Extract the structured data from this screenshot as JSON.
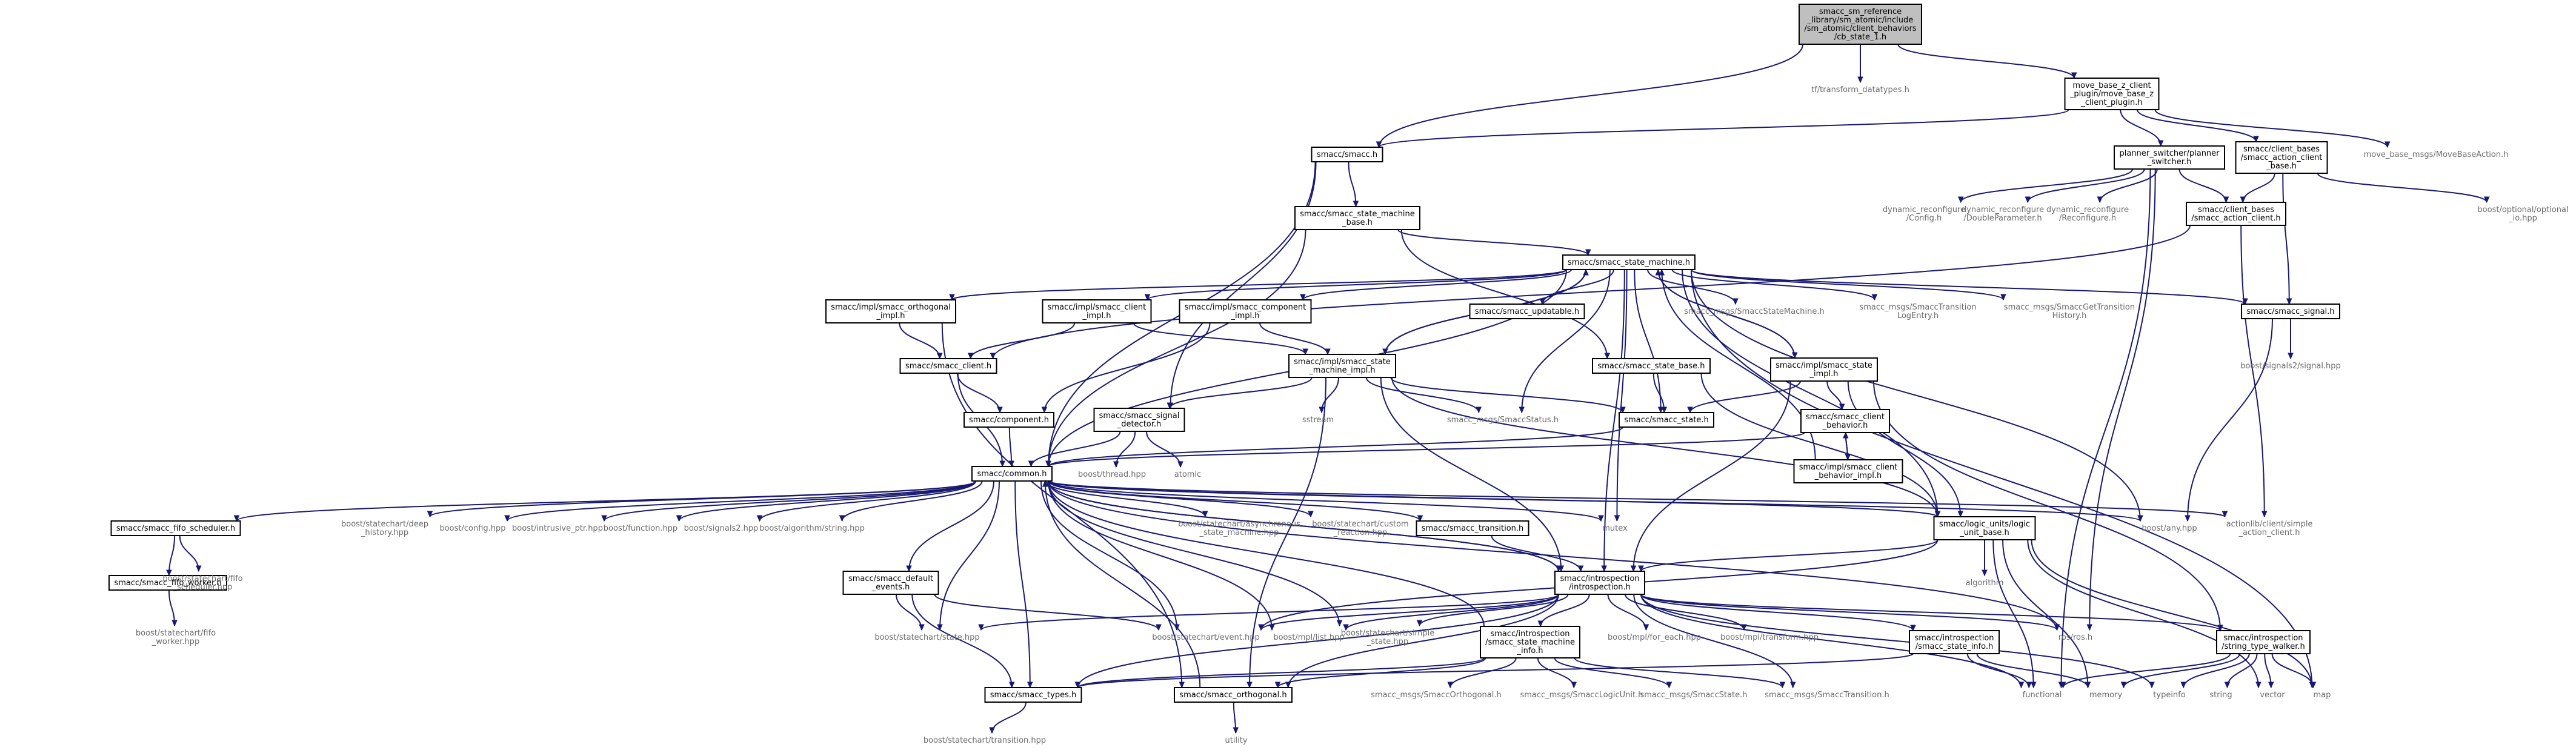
{
  "nodes": [
    {
      "id": "root",
      "lines": [
        "smacc_sm_reference",
        "_library/sm_atomic/include",
        "/sm_atomic/client_behaviors",
        "/cb_state_1.h"
      ],
      "kind": "root"
    },
    {
      "id": "tf",
      "lines": [
        "tf/transform_datatypes.h"
      ],
      "kind": "ext"
    },
    {
      "id": "mbz",
      "lines": [
        "move_base_z_client",
        "_plugin/move_base_z",
        "_client_plugin.h"
      ],
      "kind": "file"
    },
    {
      "id": "smacch",
      "lines": [
        "smacc/smacc.h"
      ],
      "kind": "file"
    },
    {
      "id": "planner",
      "lines": [
        "planner_switcher/planner",
        "_switcher.h"
      ],
      "kind": "file"
    },
    {
      "id": "cbases_client_base",
      "lines": [
        "smacc/client_bases",
        "/smacc_action_client",
        "_base.h"
      ],
      "kind": "file"
    },
    {
      "id": "mbmsgs",
      "lines": [
        "move_base_msgs/MoveBaseAction.h"
      ],
      "kind": "ext"
    },
    {
      "id": "sm_base",
      "lines": [
        "smacc/smacc_state_machine",
        "_base.h"
      ],
      "kind": "file"
    },
    {
      "id": "dr_config",
      "lines": [
        "dynamic_reconfigure",
        "/Config.h"
      ],
      "kind": "ext"
    },
    {
      "id": "dr_double",
      "lines": [
        "dynamic_reconfigure",
        "/DoubleParameter.h"
      ],
      "kind": "ext"
    },
    {
      "id": "dr_reconf",
      "lines": [
        "dynamic_reconfigure",
        "/Reconfigure.h"
      ],
      "kind": "ext"
    },
    {
      "id": "cbases_client",
      "lines": [
        "smacc/client_bases",
        "/smacc_action_client.h"
      ],
      "kind": "file"
    },
    {
      "id": "opt_io",
      "lines": [
        "boost/optional/optional",
        "_io.hpp"
      ],
      "kind": "ext"
    },
    {
      "id": "ssm",
      "lines": [
        "smacc/smacc_state_machine.h"
      ],
      "kind": "file"
    },
    {
      "id": "orth_impl",
      "lines": [
        "smacc/impl/smacc_orthogonal",
        "_impl.h"
      ],
      "kind": "file"
    },
    {
      "id": "client_impl",
      "lines": [
        "smacc/impl/smacc_client",
        "_impl.h"
      ],
      "kind": "file"
    },
    {
      "id": "comp_impl",
      "lines": [
        "smacc/impl/smacc_component",
        "_impl.h"
      ],
      "kind": "file"
    },
    {
      "id": "updatable",
      "lines": [
        "smacc/smacc_updatable.h"
      ],
      "kind": "file"
    },
    {
      "id": "msg_sm",
      "lines": [
        "smacc_msgs/SmaccStateMachine.h"
      ],
      "kind": "ext"
    },
    {
      "id": "msg_tle",
      "lines": [
        "smacc_msgs/SmaccTransition",
        "LogEntry.h"
      ],
      "kind": "ext"
    },
    {
      "id": "msg_gth",
      "lines": [
        "smacc_msgs/SmaccGetTransition",
        "History.h"
      ],
      "kind": "ext"
    },
    {
      "id": "signal",
      "lines": [
        "smacc/smacc_signal.h"
      ],
      "kind": "file"
    },
    {
      "id": "client",
      "lines": [
        "smacc/smacc_client.h"
      ],
      "kind": "file"
    },
    {
      "id": "sm_impl",
      "lines": [
        "smacc/impl/smacc_state",
        "_machine_impl.h"
      ],
      "kind": "file"
    },
    {
      "id": "state_base",
      "lines": [
        "smacc/smacc_state_base.h"
      ],
      "kind": "file"
    },
    {
      "id": "state_impl",
      "lines": [
        "smacc/impl/smacc_state",
        "_impl.h"
      ],
      "kind": "file"
    },
    {
      "id": "signals2",
      "lines": [
        "boost/signals2/signal.hpp"
      ],
      "kind": "ext"
    },
    {
      "id": "component",
      "lines": [
        "smacc/component.h"
      ],
      "kind": "file"
    },
    {
      "id": "sig_det",
      "lines": [
        "smacc/smacc_signal",
        "_detector.h"
      ],
      "kind": "file"
    },
    {
      "id": "sstream",
      "lines": [
        "sstream"
      ],
      "kind": "ext"
    },
    {
      "id": "msg_status",
      "lines": [
        "smacc_msgs/SmaccStatus.h"
      ],
      "kind": "ext"
    },
    {
      "id": "state",
      "lines": [
        "smacc/smacc_state.h"
      ],
      "kind": "file"
    },
    {
      "id": "cbeh",
      "lines": [
        "smacc/smacc_client",
        "_behavior.h"
      ],
      "kind": "file"
    },
    {
      "id": "cbeh_impl",
      "lines": [
        "smacc/impl/smacc_client",
        "_behavior_impl.h"
      ],
      "kind": "file"
    },
    {
      "id": "thread",
      "lines": [
        "boost/thread.hpp"
      ],
      "kind": "ext"
    },
    {
      "id": "atomic",
      "lines": [
        "atomic"
      ],
      "kind": "ext"
    },
    {
      "id": "common",
      "lines": [
        "smacc/common.h"
      ],
      "kind": "file"
    },
    {
      "id": "fifo_sched",
      "lines": [
        "smacc/smacc_fifo_scheduler.h"
      ],
      "kind": "file"
    },
    {
      "id": "deep_hist",
      "lines": [
        "boost/statechart/deep",
        "_history.hpp"
      ],
      "kind": "ext"
    },
    {
      "id": "config_hpp",
      "lines": [
        "boost/config.hpp"
      ],
      "kind": "ext"
    },
    {
      "id": "intrusive",
      "lines": [
        "boost/intrusive_ptr.hpp"
      ],
      "kind": "ext"
    },
    {
      "id": "function_hpp",
      "lines": [
        "boost/function.hpp"
      ],
      "kind": "ext"
    },
    {
      "id": "signals2_hpp",
      "lines": [
        "boost/signals2.hpp"
      ],
      "kind": "ext"
    },
    {
      "id": "alg_string",
      "lines": [
        "boost/algorithm/string.hpp"
      ],
      "kind": "ext"
    },
    {
      "id": "async_sm",
      "lines": [
        "boost/statechart/asynchronous",
        "_state_machine.hpp"
      ],
      "kind": "ext"
    },
    {
      "id": "custom_react",
      "lines": [
        "boost/statechart/custom",
        "_reaction.hpp"
      ],
      "kind": "ext"
    },
    {
      "id": "transition",
      "lines": [
        "smacc/smacc_transition.h"
      ],
      "kind": "file"
    },
    {
      "id": "mutex",
      "lines": [
        "mutex"
      ],
      "kind": "ext"
    },
    {
      "id": "logic_unit",
      "lines": [
        "smacc/logic_units/logic",
        "_unit_base.h"
      ],
      "kind": "file"
    },
    {
      "id": "any_hpp",
      "lines": [
        "boost/any.hpp"
      ],
      "kind": "ext"
    },
    {
      "id": "simple_action",
      "lines": [
        "actionlib/client/simple",
        "_action_client.h"
      ],
      "kind": "ext"
    },
    {
      "id": "fifo_worker",
      "lines": [
        "smacc/smacc_fifo_worker.h"
      ],
      "kind": "file"
    },
    {
      "id": "sc_fifo_sched",
      "lines": [
        "boost/statechart/fifo",
        "_scheduler.hpp"
      ],
      "kind": "ext"
    },
    {
      "id": "default_events",
      "lines": [
        "smacc/smacc_default",
        "_events.h"
      ],
      "kind": "file"
    },
    {
      "id": "algorithm",
      "lines": [
        "algorithm"
      ],
      "kind": "ext"
    },
    {
      "id": "introspection",
      "lines": [
        "smacc/introspection",
        "/introspection.h"
      ],
      "kind": "file"
    },
    {
      "id": "sc_fifo_worker",
      "lines": [
        "boost/statechart/fifo",
        "_worker.hpp"
      ],
      "kind": "ext"
    },
    {
      "id": "sc_state",
      "lines": [
        "boost/statechart/state.hpp"
      ],
      "kind": "ext"
    },
    {
      "id": "sc_event",
      "lines": [
        "boost/statechart/event.hpp"
      ],
      "kind": "ext"
    },
    {
      "id": "mpl_list",
      "lines": [
        "boost/mpl/list.hpp"
      ],
      "kind": "ext"
    },
    {
      "id": "simple_state",
      "lines": [
        "boost/statechart/simple",
        "_state.hpp"
      ],
      "kind": "ext"
    },
    {
      "id": "sm_info",
      "lines": [
        "smacc/introspection",
        "/smacc_state_machine",
        "_info.h"
      ],
      "kind": "file"
    },
    {
      "id": "mpl_foreach",
      "lines": [
        "boost/mpl/for_each.hpp"
      ],
      "kind": "ext"
    },
    {
      "id": "mpl_transform",
      "lines": [
        "boost/mpl/transform.hpp"
      ],
      "kind": "ext"
    },
    {
      "id": "state_info",
      "lines": [
        "smacc/introspection",
        "/smacc_state_info.h"
      ],
      "kind": "file"
    },
    {
      "id": "rosros",
      "lines": [
        "ros/ros.h"
      ],
      "kind": "ext"
    },
    {
      "id": "stw",
      "lines": [
        "smacc/introspection",
        "/string_type_walker.h"
      ],
      "kind": "file"
    },
    {
      "id": "types",
      "lines": [
        "smacc/smacc_types.h"
      ],
      "kind": "file"
    },
    {
      "id": "orthogonal",
      "lines": [
        "smacc/smacc_orthogonal.h"
      ],
      "kind": "file"
    },
    {
      "id": "msg_orth",
      "lines": [
        "smacc_msgs/SmaccOrthogonal.h"
      ],
      "kind": "ext"
    },
    {
      "id": "msg_lu",
      "lines": [
        "smacc_msgs/SmaccLogicUnit.h"
      ],
      "kind": "ext"
    },
    {
      "id": "msg_state",
      "lines": [
        "smacc_msgs/SmaccState.h"
      ],
      "kind": "ext"
    },
    {
      "id": "msg_trans",
      "lines": [
        "smacc_msgs/SmaccTransition.h"
      ],
      "kind": "ext"
    },
    {
      "id": "functional",
      "lines": [
        "functional"
      ],
      "kind": "ext"
    },
    {
      "id": "memory",
      "lines": [
        "memory"
      ],
      "kind": "ext"
    },
    {
      "id": "typeinfo",
      "lines": [
        "typeinfo"
      ],
      "kind": "ext"
    },
    {
      "id": "string",
      "lines": [
        "string"
      ],
      "kind": "ext"
    },
    {
      "id": "vector",
      "lines": [
        "vector"
      ],
      "kind": "ext"
    },
    {
      "id": "map",
      "lines": [
        "map"
      ],
      "kind": "ext"
    },
    {
      "id": "sc_transition",
      "lines": [
        "boost/statechart/transition.hpp"
      ],
      "kind": "ext"
    },
    {
      "id": "utility",
      "lines": [
        "utility"
      ],
      "kind": "ext"
    }
  ],
  "edges": [
    [
      "root",
      "smacch"
    ],
    [
      "root",
      "tf"
    ],
    [
      "root",
      "mbz"
    ],
    [
      "mbz",
      "smacch"
    ],
    [
      "mbz",
      "planner"
    ],
    [
      "mbz",
      "cbases_client_base"
    ],
    [
      "mbz",
      "mbmsgs"
    ],
    [
      "smacch",
      "sm_base"
    ],
    [
      "smacch",
      "common"
    ],
    [
      "smacch",
      "sig_det"
    ],
    [
      "planner",
      "dr_config"
    ],
    [
      "planner",
      "dr_double"
    ],
    [
      "planner",
      "dr_reconf"
    ],
    [
      "planner",
      "cbases_client"
    ],
    [
      "planner",
      "rosros"
    ],
    [
      "planner",
      "functional"
    ],
    [
      "cbases_client_base",
      "cbases_client"
    ],
    [
      "cbases_client_base",
      "signal"
    ],
    [
      "cbases_client_base",
      "opt_io"
    ],
    [
      "cbases_client",
      "client"
    ],
    [
      "cbases_client",
      "simple_action"
    ],
    [
      "sm_base",
      "ssm"
    ],
    [
      "sm_base",
      "common"
    ],
    [
      "sm_base",
      "state_base"
    ],
    [
      "ssm",
      "orth_impl"
    ],
    [
      "ssm",
      "client_impl"
    ],
    [
      "ssm",
      "comp_impl"
    ],
    [
      "ssm",
      "updatable"
    ],
    [
      "ssm",
      "msg_sm"
    ],
    [
      "ssm",
      "msg_tle"
    ],
    [
      "ssm",
      "msg_gth"
    ],
    [
      "ssm",
      "signal"
    ],
    [
      "ssm",
      "state_impl"
    ],
    [
      "ssm",
      "common"
    ],
    [
      "ssm",
      "msg_status"
    ],
    [
      "ssm",
      "mutex"
    ],
    [
      "ssm",
      "any_hpp"
    ],
    [
      "ssm",
      "map"
    ],
    [
      "ssm",
      "logic_unit"
    ],
    [
      "ssm",
      "introspection"
    ],
    [
      "ssm",
      "state"
    ],
    [
      "ssm",
      "sm_impl"
    ],
    [
      "orth_impl",
      "client"
    ],
    [
      "orth_impl",
      "orthogonal"
    ],
    [
      "client_impl",
      "client"
    ],
    [
      "client_impl",
      "sm_impl"
    ],
    [
      "comp_impl",
      "component"
    ],
    [
      "comp_impl",
      "sm_impl"
    ],
    [
      "signal",
      "signals2"
    ],
    [
      "signal",
      "any_hpp"
    ],
    [
      "client",
      "component"
    ],
    [
      "client",
      "common"
    ],
    [
      "sm_impl",
      "ssm"
    ],
    [
      "sm_impl",
      "sig_det"
    ],
    [
      "sm_impl",
      "sstream"
    ],
    [
      "sm_impl",
      "msg_status"
    ],
    [
      "sm_impl",
      "state"
    ],
    [
      "sm_impl",
      "orthogonal"
    ],
    [
      "sm_impl",
      "introspection"
    ],
    [
      "sm_impl",
      "logic_unit"
    ],
    [
      "state_base",
      "state"
    ],
    [
      "state_base",
      "logic_unit"
    ],
    [
      "state_impl",
      "state"
    ],
    [
      "state_impl",
      "cbeh"
    ],
    [
      "state_impl",
      "logic_unit"
    ],
    [
      "state_impl",
      "introspection"
    ],
    [
      "state_impl",
      "stw"
    ],
    [
      "state_impl",
      "ssm"
    ],
    [
      "component",
      "common"
    ],
    [
      "sig_det",
      "common"
    ],
    [
      "sig_det",
      "thread"
    ],
    [
      "sig_det",
      "atomic"
    ],
    [
      "state",
      "common"
    ],
    [
      "cbeh",
      "cbeh_impl"
    ],
    [
      "cbeh",
      "common"
    ],
    [
      "cbeh_impl",
      "cbeh"
    ],
    [
      "cbeh_impl",
      "ssm"
    ],
    [
      "common",
      "fifo_sched"
    ],
    [
      "common",
      "deep_hist"
    ],
    [
      "common",
      "config_hpp"
    ],
    [
      "common",
      "intrusive"
    ],
    [
      "common",
      "function_hpp"
    ],
    [
      "common",
      "signals2_hpp"
    ],
    [
      "common",
      "alg_string"
    ],
    [
      "common",
      "async_sm"
    ],
    [
      "common",
      "custom_react"
    ],
    [
      "common",
      "transition"
    ],
    [
      "common",
      "mutex"
    ],
    [
      "common",
      "logic_unit"
    ],
    [
      "common",
      "any_hpp"
    ],
    [
      "common",
      "simple_action"
    ],
    [
      "common",
      "default_events"
    ],
    [
      "common",
      "introspection"
    ],
    [
      "common",
      "rosros"
    ],
    [
      "common",
      "types"
    ],
    [
      "common",
      "sc_event"
    ],
    [
      "common",
      "mpl_list"
    ],
    [
      "common",
      "simple_state"
    ],
    [
      "common",
      "sc_state"
    ],
    [
      "fifo_sched",
      "fifo_worker"
    ],
    [
      "fifo_sched",
      "sc_fifo_sched"
    ],
    [
      "fifo_worker",
      "sc_fifo_worker"
    ],
    [
      "default_events",
      "sc_state"
    ],
    [
      "default_events",
      "sc_event"
    ],
    [
      "default_events",
      "types"
    ],
    [
      "transition",
      "introspection"
    ],
    [
      "logic_unit",
      "introspection"
    ],
    [
      "logic_unit",
      "algorithm"
    ],
    [
      "logic_unit",
      "functional"
    ],
    [
      "logic_unit",
      "memory"
    ],
    [
      "logic_unit",
      "vector"
    ],
    [
      "logic_unit",
      "map"
    ],
    [
      "logic_unit",
      "sc_event"
    ],
    [
      "introspection",
      "sc_state"
    ],
    [
      "introspection",
      "sc_event"
    ],
    [
      "introspection",
      "mpl_list"
    ],
    [
      "introspection",
      "simple_state"
    ],
    [
      "introspection",
      "sm_info"
    ],
    [
      "introspection",
      "mpl_foreach"
    ],
    [
      "introspection",
      "mpl_transform"
    ],
    [
      "introspection",
      "state_info"
    ],
    [
      "introspection",
      "rosros"
    ],
    [
      "introspection",
      "stw"
    ],
    [
      "introspection",
      "types"
    ],
    [
      "introspection",
      "orthogonal"
    ],
    [
      "introspection",
      "msg_trans"
    ],
    [
      "introspection",
      "functional"
    ],
    [
      "introspection",
      "typeinfo"
    ],
    [
      "introspection",
      "common"
    ],
    [
      "sm_info",
      "types"
    ],
    [
      "sm_info",
      "orthogonal"
    ],
    [
      "sm_info",
      "msg_orth"
    ],
    [
      "sm_info",
      "msg_lu"
    ],
    [
      "sm_info",
      "msg_state"
    ],
    [
      "sm_info",
      "msg_trans"
    ],
    [
      "sm_info",
      "common"
    ],
    [
      "state_info",
      "functional"
    ],
    [
      "state_info",
      "memory"
    ],
    [
      "state_info",
      "types"
    ],
    [
      "stw",
      "memory"
    ],
    [
      "stw",
      "typeinfo"
    ],
    [
      "stw",
      "string"
    ],
    [
      "stw",
      "vector"
    ],
    [
      "stw",
      "map"
    ],
    [
      "stw",
      "functional"
    ],
    [
      "types",
      "sc_transition"
    ],
    [
      "orthogonal",
      "utility"
    ],
    [
      "orthogonal",
      "common"
    ]
  ]
}
